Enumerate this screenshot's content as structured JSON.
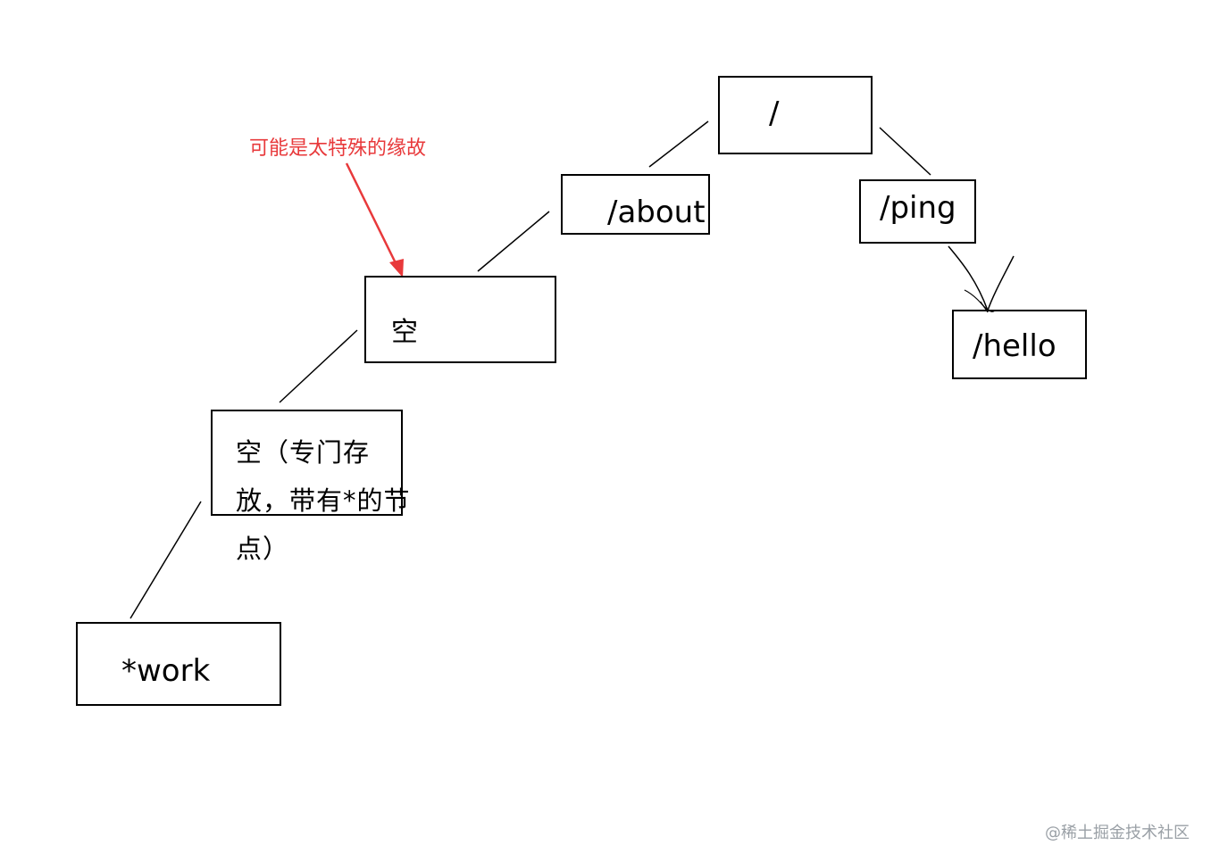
{
  "nodes": {
    "root": "/",
    "about": "/about",
    "ping": "/ping",
    "hello": "/hello",
    "empty": "空",
    "wildcard_holder": "空（专门存放，带有*的节点）",
    "work": "*work"
  },
  "annotation": "可能是太特殊的缘故",
  "watermark": "@稀土掘金技术社区",
  "colors": {
    "annotation": "#e8393b",
    "stroke": "#000000",
    "watermark": "#9aa0a6"
  }
}
